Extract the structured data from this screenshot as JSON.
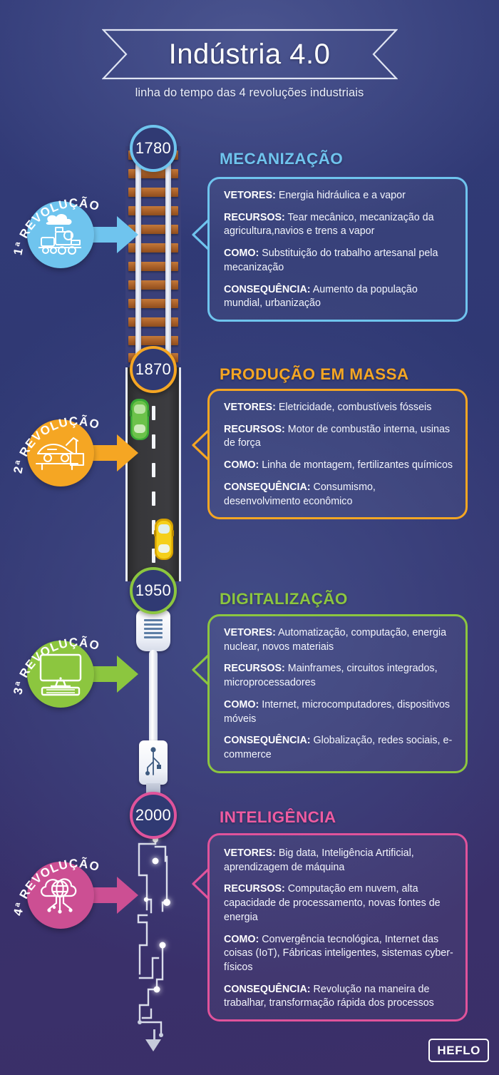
{
  "header": {
    "title": "Indústria 4.0",
    "subtitle": "linha do tempo das 4 revoluções industriais"
  },
  "labels": {
    "vetores": "VETORES:",
    "recursos": "RECURSOS:",
    "como": "COMO:",
    "consequencia": "CONSEQUÊNCIA:"
  },
  "logo": {
    "text": "HEFLO"
  },
  "colors": {
    "background": "#2f3873",
    "rev1": "#6fc4ee",
    "rev2": "#f5a623",
    "rev3": "#8cc63f",
    "rev4": "#e0539b",
    "panel_text": "#f3f5fc"
  },
  "sections": [
    {
      "year": "1780",
      "badge": "1ª REVOLUÇÃO",
      "badge_icon": "steam-train-icon",
      "heading": "MECANIZAÇÃO",
      "color": "#6fc4ee",
      "timeline_icon": "railroad-track-icon",
      "rows": [
        {
          "label": "VETORES:",
          "text": "Energia hidráulica e a vapor"
        },
        {
          "label": "RECURSOS:",
          "text": "Tear mecânico, mecanização da agricultura,navios e trens a vapor"
        },
        {
          "label": "COMO:",
          "text": "Substituição do trabalho artesanal pela mecanização"
        },
        {
          "label": "CONSEQUÊNCIA:",
          "text": "Aumento da população mundial, urbanização"
        }
      ]
    },
    {
      "year": "1870",
      "badge": "2ª REVOLUÇÃO",
      "badge_icon": "car-assembly-line-icon",
      "heading": "PRODUÇÃO EM MASSA",
      "color": "#f5a623",
      "timeline_icon": "highway-road-icon",
      "rows": [
        {
          "label": "VETORES:",
          "text": "Eletricidade, combustíveis fósseis"
        },
        {
          "label": "RECURSOS:",
          "text": "Motor de combustão interna, usinas de força"
        },
        {
          "label": "COMO:",
          "text": "Linha de montagem, fertilizantes químicos"
        },
        {
          "label": "CONSEQUÊNCIA:",
          "text": "Consumismo, desenvolvimento econômico"
        }
      ]
    },
    {
      "year": "1950",
      "badge": "3ª REVOLUÇÃO",
      "badge_icon": "desktop-computer-icon",
      "heading": "DIGITALIZAÇÃO",
      "color": "#8cc63f",
      "timeline_icon": "usb-cable-icon",
      "rows": [
        {
          "label": "VETORES:",
          "text": "Automatização, computação, energia nuclear, novos materiais"
        },
        {
          "label": "RECURSOS:",
          "text": "Mainframes, circuitos integrados, microprocessadores"
        },
        {
          "label": "COMO:",
          "text": "Internet, microcomputadores, dispositivos móveis"
        },
        {
          "label": "CONSEQUÊNCIA:",
          "text": "Globalização, redes sociais, e-commerce"
        }
      ]
    },
    {
      "year": "2000",
      "badge": "4ª REVOLUÇÃO",
      "badge_icon": "cloud-network-globe-icon",
      "heading": "INTELIGÊNCIA",
      "color": "#e0539b",
      "timeline_icon": "circuit-board-icon",
      "rows": [
        {
          "label": "VETORES:",
          "text": "Big data, Inteligência Artificial, aprendizagem de máquina"
        },
        {
          "label": "RECURSOS:",
          "text": "Computação em nuvem, alta capacidade de processamento, novas fontes de energia"
        },
        {
          "label": "COMO:",
          "text": "Convergência tecnológica, Internet das coisas (IoT), Fábricas inteligentes, sistemas cyber-físicos"
        },
        {
          "label": "CONSEQUÊNCIA:",
          "text": "Revolução na maneira de trabalhar, transformação rápida dos processos"
        }
      ]
    }
  ]
}
